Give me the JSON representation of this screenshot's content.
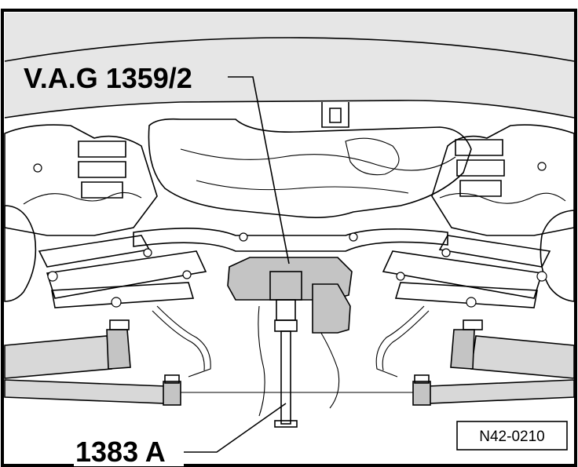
{
  "labels": {
    "tool_lift": "V.A.G 1359/2",
    "tool_support": "1383 A",
    "figure_ref": "N42-0210"
  },
  "colors": {
    "background": "#ffffff",
    "upper_band": "#e6e6e6",
    "tool_fill": "#c4c4c4",
    "outline": "#000000"
  }
}
